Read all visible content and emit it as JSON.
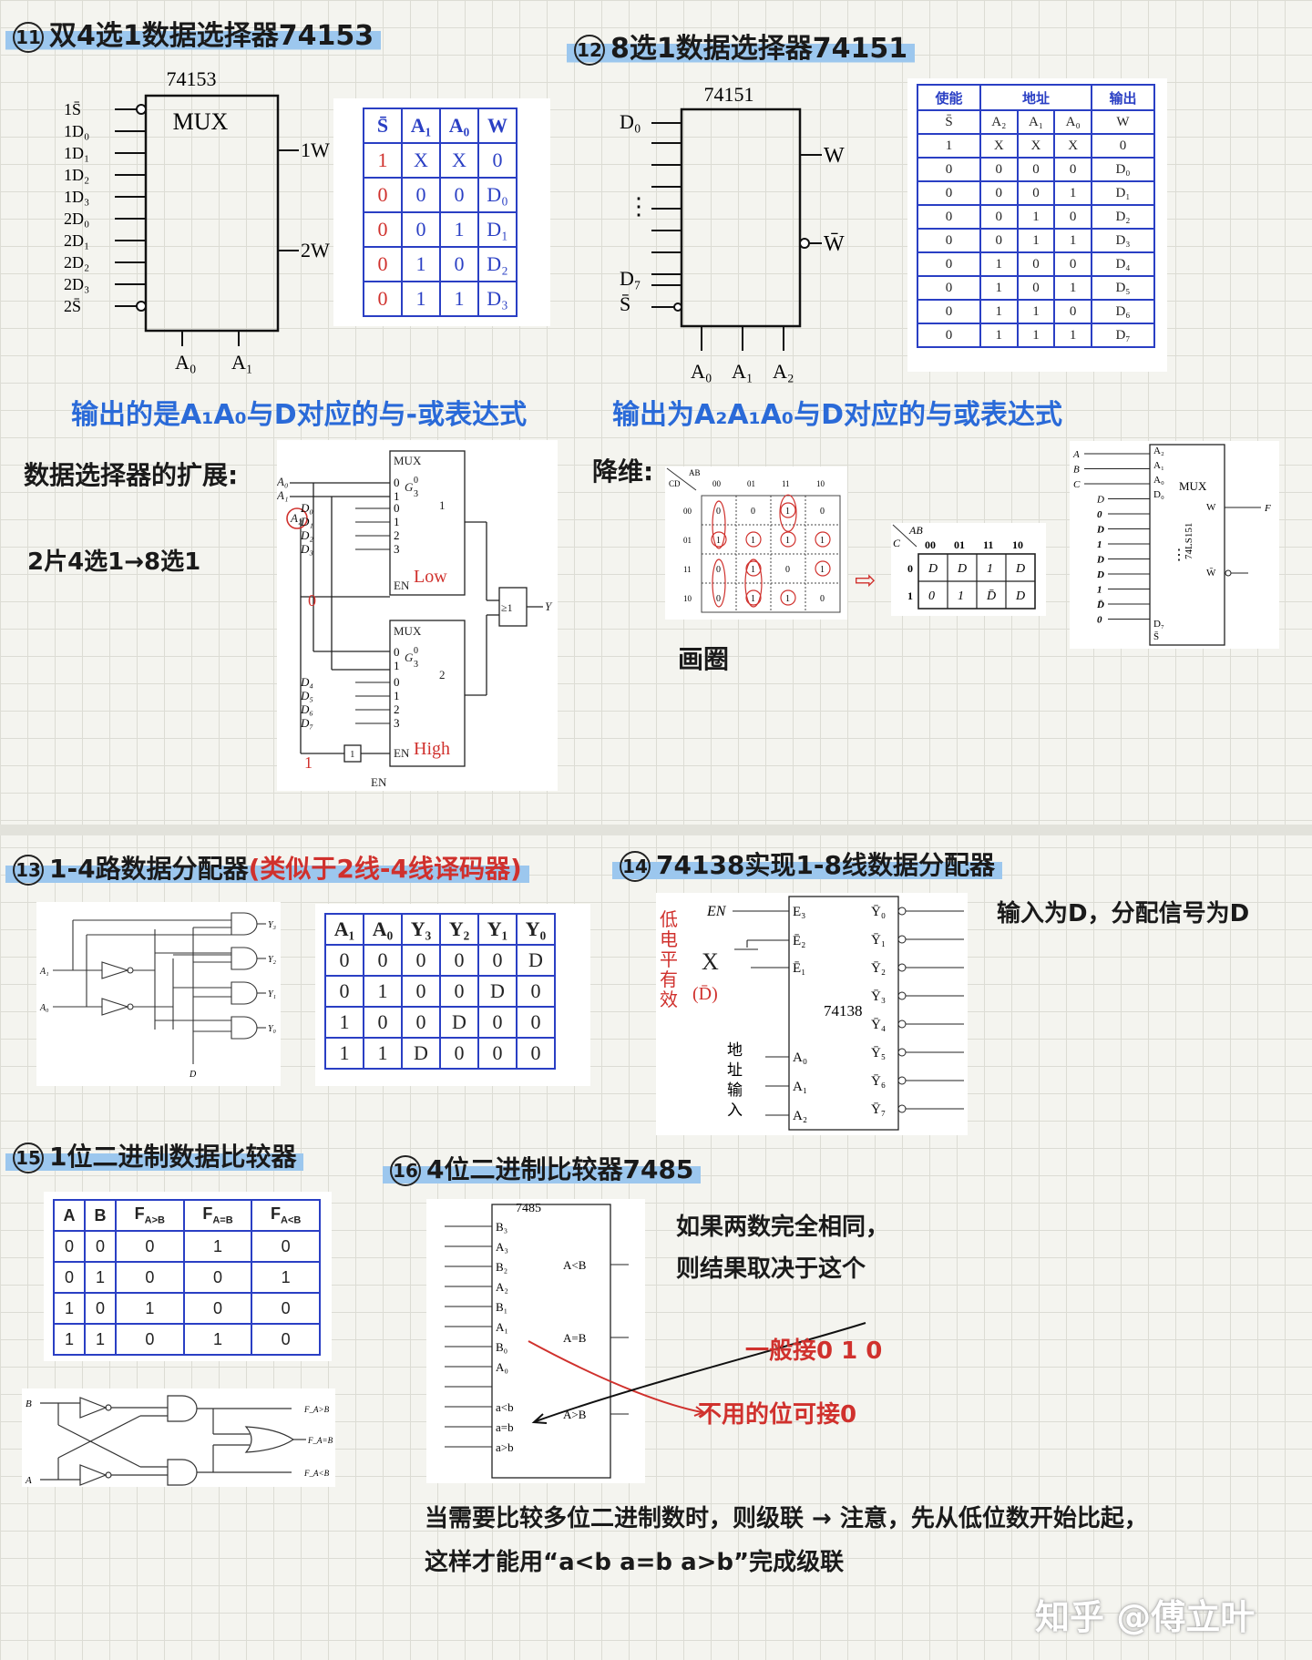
{
  "sec11": {
    "num": "11",
    "title": "双4选1数据选择器74153",
    "chip": "74153",
    "box": "MUX",
    "inputs": [
      "1S̄",
      "1D₀",
      "1D₁",
      "1D₂",
      "1D₃",
      "2D₀",
      "2D₁",
      "2D₂",
      "2D₃",
      "2S̄"
    ],
    "outputs": [
      "1W",
      "2W"
    ],
    "addr": [
      "A₀",
      "A₁"
    ],
    "table_head": [
      "S̄",
      "A₁",
      "A₀",
      "W"
    ],
    "table_rows": [
      [
        "1",
        "X",
        "X",
        "0"
      ],
      [
        "0",
        "0",
        "0",
        "D₀"
      ],
      [
        "0",
        "0",
        "1",
        "D₁"
      ],
      [
        "0",
        "1",
        "0",
        "D₂"
      ],
      [
        "0",
        "1",
        "1",
        "D₃"
      ]
    ],
    "note": "输出的是A₁A₀与D对应的与-或表达式"
  },
  "sec12": {
    "num": "12",
    "title": "8选1数据选择器74151",
    "chip": "74151",
    "in_top": "D₀",
    "in_bot": "D₇",
    "in_s": "S̄",
    "dots": "⋮",
    "out_w": "W",
    "out_wbar": "W̄",
    "addr": [
      "A₀",
      "A₁",
      "A₂"
    ],
    "group_head": [
      "使能",
      "地址",
      "输出"
    ],
    "table_head": [
      "S̄",
      "A₂",
      "A₁",
      "A₀",
      "W"
    ],
    "table_rows": [
      [
        "1",
        "X",
        "X",
        "X",
        "0"
      ],
      [
        "0",
        "0",
        "0",
        "0",
        "D₀"
      ],
      [
        "0",
        "0",
        "0",
        "1",
        "D₁"
      ],
      [
        "0",
        "0",
        "1",
        "0",
        "D₂"
      ],
      [
        "0",
        "0",
        "1",
        "1",
        "D₃"
      ],
      [
        "0",
        "1",
        "0",
        "0",
        "D₄"
      ],
      [
        "0",
        "1",
        "0",
        "1",
        "D₅"
      ],
      [
        "0",
        "1",
        "1",
        "0",
        "D₆"
      ],
      [
        "0",
        "1",
        "1",
        "1",
        "D₇"
      ]
    ],
    "note": "输出为A₂A₁A₀与D对应的与或表达式"
  },
  "expand": {
    "label": "数据选择器的扩展:",
    "sub": "2片4选1→8选1",
    "mux": "MUX",
    "g": "G",
    "g_frac_top": "0",
    "g_frac_bot": "3",
    "one": "1",
    "two": "2",
    "low": "Low",
    "high": "High",
    "zero_in": "0",
    "one_in": "1",
    "en": "EN",
    "or": "≥1",
    "y": "Y",
    "a_labels": [
      "A₀",
      "A₁",
      "A₂"
    ],
    "d_top": [
      "D₀",
      "D₁",
      "D₂",
      "D₃"
    ],
    "d_bot": [
      "D₄",
      "D₅",
      "D₆",
      "D₇"
    ],
    "pins": [
      "0",
      "1",
      "2",
      "3"
    ],
    "sel": [
      "0",
      "1"
    ]
  },
  "reduce": {
    "label": "降维:",
    "circle_note": "画圈",
    "kmap_ab": "AB",
    "kmap_cd": "CD",
    "kmap_cols": [
      "00",
      "01",
      "11",
      "10"
    ],
    "kmap_rows": [
      "00",
      "01",
      "11",
      "10"
    ],
    "kmap_cells": [
      [
        "0",
        "0",
        "1",
        "0"
      ],
      [
        "1",
        "1",
        "1",
        "1"
      ],
      [
        "0",
        "1",
        "0",
        "1"
      ],
      [
        "0",
        "1",
        "1",
        "0"
      ]
    ],
    "arrow": "⇨",
    "small_ab": "AB",
    "small_c": "C",
    "small_cols": [
      "00",
      "01",
      "11",
      "10"
    ],
    "small_rows": [
      "0",
      "1"
    ],
    "small_cells": [
      [
        "D",
        "D",
        "1",
        "D"
      ],
      [
        "0",
        "1",
        "D̄",
        "D"
      ]
    ],
    "chip_pins": [
      "A₂",
      "A₁",
      "A₀",
      "D₀",
      "D₇",
      "S̄"
    ],
    "chip_inputs": [
      "A",
      "B",
      "C",
      "D",
      "0",
      "D",
      "1",
      "D",
      "D",
      "1",
      "D̄",
      "0"
    ],
    "chip_mux": "MUX",
    "chip_name": "74LS151",
    "chip_w": "W",
    "chip_wbar": "W̄",
    "chip_out": "F",
    "dots": "⋮"
  },
  "sec13": {
    "num": "13",
    "title": "1-4路数据分配器",
    "title_red": "(类似于2线-4线译码器)",
    "gate_outs": [
      "Y₃",
      "Y₂",
      "Y₁",
      "Y₀"
    ],
    "gate_ins": [
      "A₁",
      "A₀",
      "D"
    ],
    "table_head": [
      "A₁",
      "A₀",
      "Y₃",
      "Y₂",
      "Y₁",
      "Y₀"
    ],
    "table_rows": [
      [
        "0",
        "0",
        "0",
        "0",
        "0",
        "D"
      ],
      [
        "0",
        "1",
        "0",
        "0",
        "D",
        "0"
      ],
      [
        "1",
        "0",
        "0",
        "D",
        "0",
        "0"
      ],
      [
        "1",
        "1",
        "D",
        "0",
        "0",
        "0"
      ]
    ]
  },
  "sec14": {
    "num": "14",
    "title": "74138实现1-8线数据分配器",
    "note": "输入为D，分配信号为D",
    "chip": "74138",
    "en": "EN",
    "e_pins": [
      "E₃",
      "Ē₂",
      "Ē₁"
    ],
    "a_pins": [
      "A₀",
      "A₁",
      "A₂"
    ],
    "y_pins": [
      "Ȳ₀",
      "Ȳ₁",
      "Ȳ₂",
      "Ȳ₃",
      "Ȳ₄",
      "Ȳ₅",
      "Ȳ₆",
      "Ȳ₇"
    ],
    "addr_label": [
      "地",
      "址",
      "输",
      "入"
    ],
    "red_label": [
      "低",
      "电",
      "平",
      "有",
      "效"
    ],
    "red_x": "X",
    "red_d": "(D̄)"
  },
  "sec15": {
    "num": "15",
    "title": "1位二进制数据比较器",
    "table_head": [
      "A",
      "B",
      "F_A>B",
      "F_A=B",
      "F_A<B"
    ],
    "table_rows": [
      [
        "0",
        "0",
        "0",
        "1",
        "0"
      ],
      [
        "0",
        "1",
        "0",
        "0",
        "1"
      ],
      [
        "1",
        "0",
        "1",
        "0",
        "0"
      ],
      [
        "1",
        "1",
        "0",
        "1",
        "0"
      ]
    ],
    "gate_ins": [
      "B",
      "A"
    ],
    "gate_outs": [
      "F_A>B",
      "F_A=B",
      "F_A<B"
    ]
  },
  "sec16": {
    "num": "16",
    "title": "4位二进制比较器7485",
    "chip": "7485",
    "left_pins": [
      "B₃",
      "A₃",
      "B₂",
      "A₂",
      "B₁",
      "A₁",
      "B₀",
      "A₀",
      "",
      "a<b",
      "a=b",
      "a>b"
    ],
    "right_pins": [
      "A<B",
      "A=B",
      "A>B"
    ],
    "note1": "如果两数完全相同，",
    "note2": "则结果取决于这个",
    "red1": "一般接0 1 0",
    "red2": "不用的位可接0",
    "bottom1": "当需要比较多位二进制数时，则级联 → 注意，先从低位数开始比起，",
    "bottom2": "这样才能用“a<b a=b a>b”完成级联"
  },
  "watermark": "知乎 @傅立叶"
}
